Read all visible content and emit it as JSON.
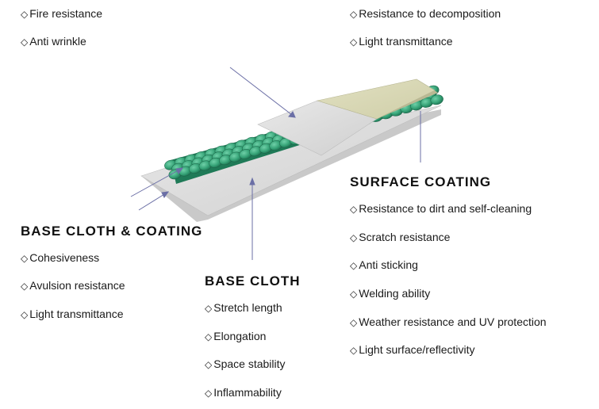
{
  "bullet_symbol": "◇",
  "top_left": [
    "Fire resistance",
    "Anti wrinkle"
  ],
  "top_right": [
    "Resistance to decomposition",
    "Light transmittance"
  ],
  "base_cloth_coating": {
    "title": "BASE CLOTH & COATING",
    "items": [
      "Cohesiveness",
      "Avulsion resistance",
      "Light transmittance"
    ]
  },
  "base_cloth": {
    "title": "BASE CLOTH",
    "items": [
      "Stretch length",
      "Elongation",
      "Space stability",
      "Inflammability"
    ]
  },
  "surface_coating": {
    "title": "SURFACE COATING",
    "items": [
      "Resistance to dirt and self-cleaning",
      "Scratch resistance",
      "Anti sticking",
      "Welding ability",
      "Weather resistance and UV protection",
      "Light surface/reflectivity"
    ]
  },
  "colors": {
    "weave_green": "#3aa57c",
    "weave_dark": "#1f7a57",
    "coating_grey": "#dcdcdc",
    "surface_beige": "#d8d7b3",
    "pointer": "#6b6fa6"
  }
}
